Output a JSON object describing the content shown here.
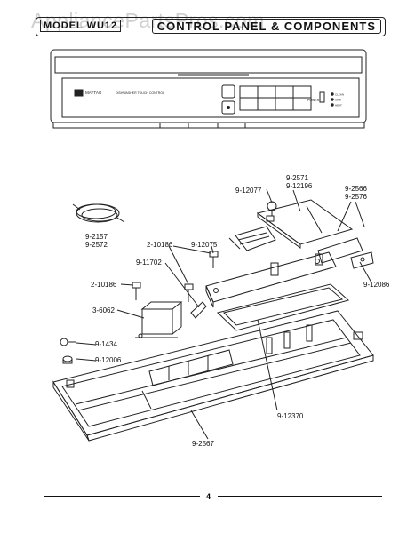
{
  "watermark": "AppliancePartsPros.com",
  "header": {
    "model": "MODEL WU12",
    "title": "CONTROL PANEL & COMPONENTS"
  },
  "panel": {
    "brand": "MAYTAG",
    "caption": "DISHWASHER TOUCH CONTROL",
    "indicators": [
      "CLEAN",
      "SANI",
      "HEAT"
    ],
    "power_label": "POWER"
  },
  "parts": [
    {
      "id": "p1",
      "label": "9-2571\n9-12196"
    },
    {
      "id": "p2",
      "label": "9-12077"
    },
    {
      "id": "p3",
      "label": "9-2566\n9-2576"
    },
    {
      "id": "p4",
      "label": "9-2157\n9-2572"
    },
    {
      "id": "p5",
      "label": "2-10186"
    },
    {
      "id": "p6",
      "label": "9-12075"
    },
    {
      "id": "p7",
      "label": "9-11702"
    },
    {
      "id": "p8",
      "label": "2-10186"
    },
    {
      "id": "p9",
      "label": "9-12086"
    },
    {
      "id": "p10",
      "label": "3-6062"
    },
    {
      "id": "p11",
      "label": "9-1434"
    },
    {
      "id": "p12",
      "label": "9-12006"
    },
    {
      "id": "p13",
      "label": "9-12370"
    },
    {
      "id": "p14",
      "label": "9-2567"
    }
  ],
  "page_number": "4"
}
